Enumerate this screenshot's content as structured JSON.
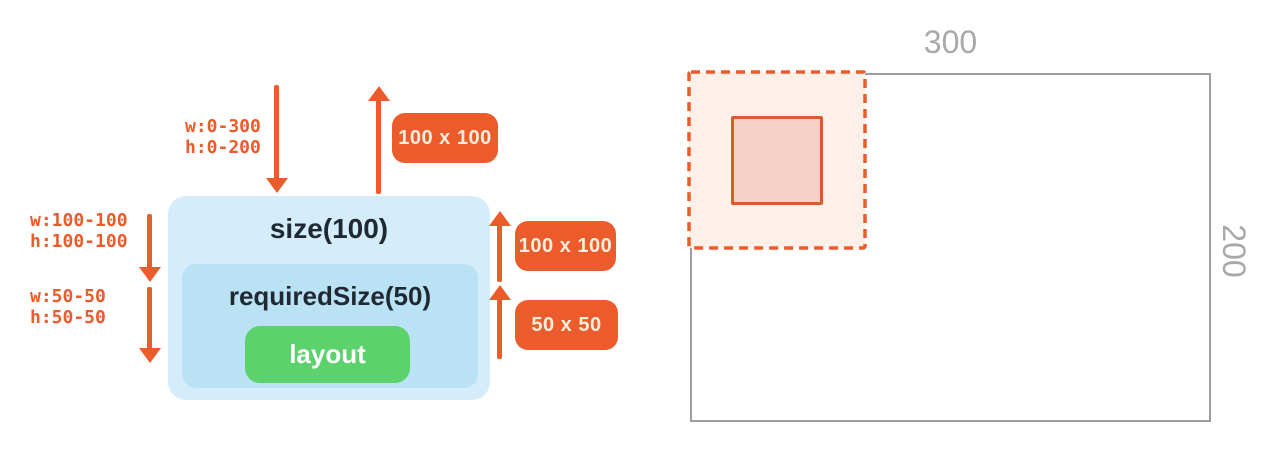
{
  "colors": {
    "orange": "#EC5B2B",
    "badge_text": "#FAEEDC",
    "outer_box_bg": "#D5EDFA",
    "inner_box_bg": "#BAE2F4",
    "green_box_bg": "#5BD26C",
    "green_box_text": "#FFFFFF",
    "dark_text": "#1F2933",
    "gray_line": "#9C9C9C",
    "gray_label": "#A9A9A9",
    "dashed_fill": "#FCF0E9",
    "inner_square_fill": "#F4D2C5",
    "inner_square_border": "#DC5B2E"
  },
  "icons": {
    "down-arrow-icon": "↓",
    "up-arrow-icon": "↑"
  },
  "left_diagram": {
    "incoming_constraints": {
      "line1": "w:0-300",
      "line2": "h:0-200"
    },
    "size_constraints": {
      "line1": "w:100-100",
      "line2": "h:100-100"
    },
    "required_constraints": {
      "line1": "w:50-50",
      "line2": "h:50-50"
    },
    "outer_box_label": "size(100)",
    "inner_box_label": "requiredSize(50)",
    "layout_label": "layout",
    "badge_top": "100 x 100",
    "badge_middle": "100 x 100",
    "badge_bottom": "50 x 50"
  },
  "right_diagram": {
    "width_label": "300",
    "height_label": "200"
  }
}
